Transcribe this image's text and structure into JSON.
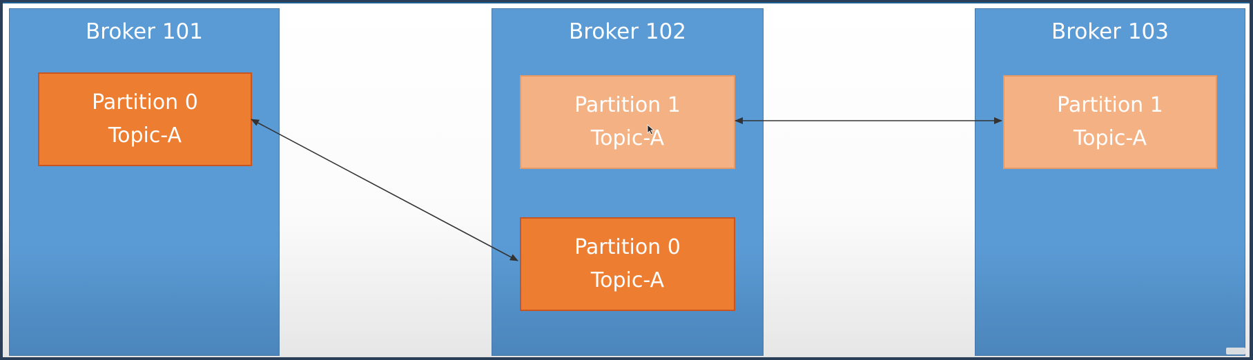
{
  "brokers": [
    {
      "title": "Broker 101",
      "partitions": [
        {
          "line1": "Partition 0",
          "line2": "Topic-A",
          "role": "leader"
        }
      ]
    },
    {
      "title": "Broker 102",
      "partitions": [
        {
          "line1": "Partition 1",
          "line2": "Topic-A",
          "role": "follower"
        },
        {
          "line1": "Partition 0",
          "line2": "Topic-A",
          "role": "leader"
        }
      ]
    },
    {
      "title": "Broker 103",
      "partitions": [
        {
          "line1": "Partition 1",
          "line2": "Topic-A",
          "role": "follower"
        }
      ]
    }
  ],
  "colors": {
    "broker_fill": "#5b9bd5",
    "leader_fill": "#ed7d31",
    "follower_fill": "#f4b183",
    "connector": "#333333"
  }
}
